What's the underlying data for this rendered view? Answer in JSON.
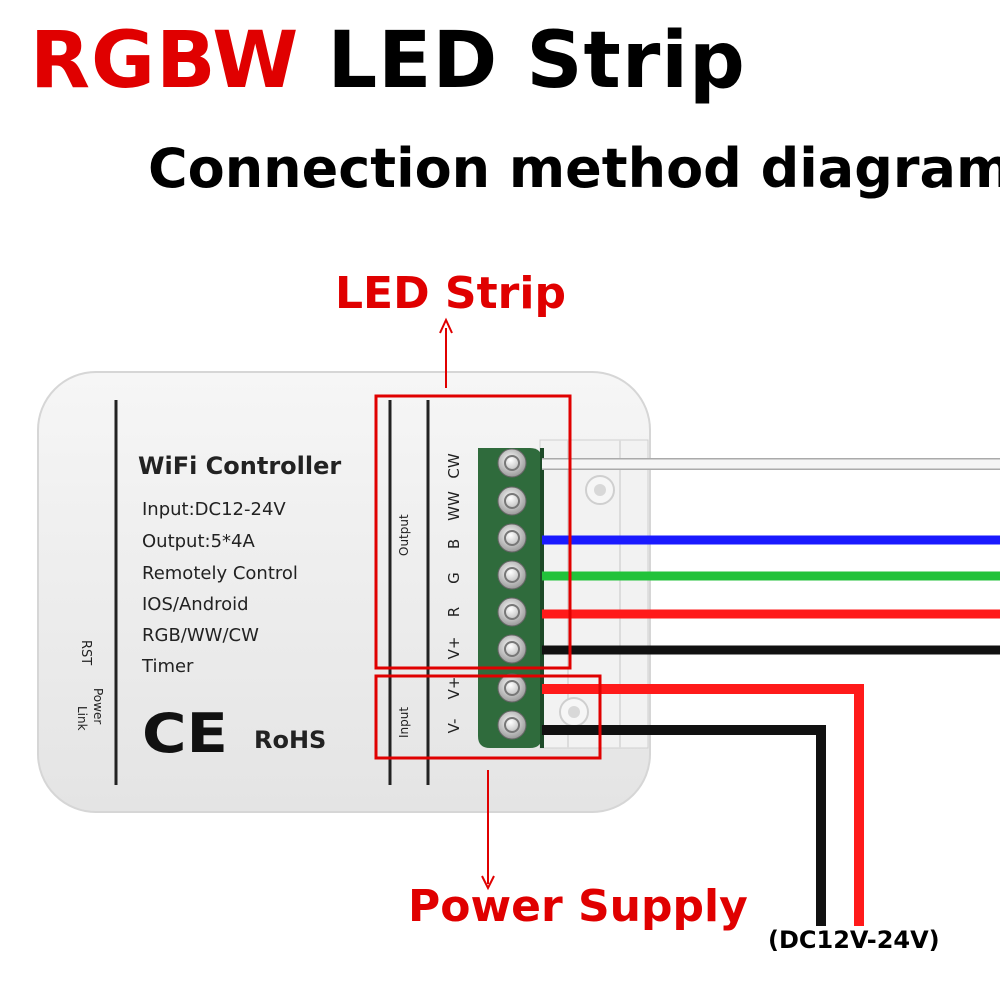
{
  "title": {
    "part1": "RGBW",
    "part2": "LED Strip"
  },
  "subtitle": "Connection method diagram",
  "controller": {
    "name": "WiFi Controller",
    "specs": [
      "Input:DC12-24V",
      "Output:5*4A",
      "Remotely Control",
      "IOS/Android",
      "RGB/WW/CW",
      "Timer"
    ],
    "ce_mark": "CE",
    "rohs": "RoHS",
    "side_labels": {
      "rst": "RST",
      "power": "Power",
      "link": "Link"
    },
    "group_labels": {
      "output": "Output",
      "input": "Input"
    },
    "terminals_output": [
      "CW",
      "WW",
      "B",
      "G",
      "R",
      "V+"
    ],
    "terminals_input": [
      "V+",
      "V-"
    ]
  },
  "labels": {
    "led_strip": "LED Strip",
    "power_supply": "Power Supply",
    "voltage": "(DC12V-24V)"
  },
  "colors": {
    "accent_red": "#e00000",
    "wire_white": "#eeeeee",
    "wire_blue": "#1a1aff",
    "wire_green": "#22c23a",
    "wire_red": "#ff1a1a",
    "wire_black": "#111111",
    "terminal_block": "#2f6b3c",
    "case": "#efefef"
  }
}
